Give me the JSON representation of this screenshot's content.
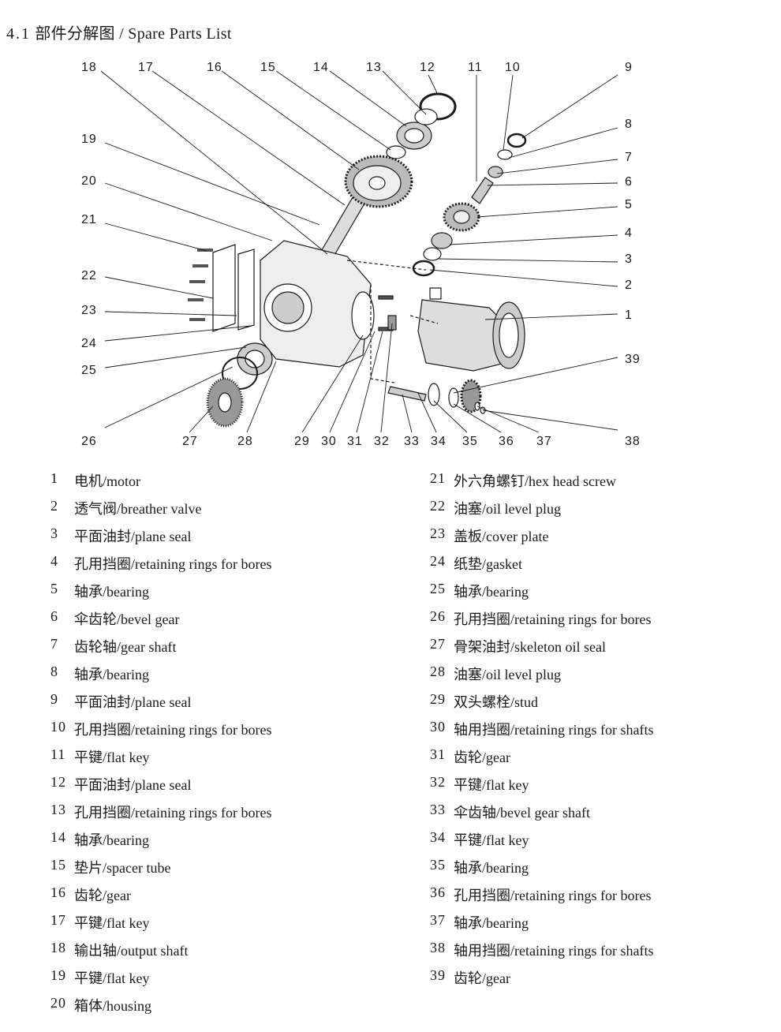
{
  "header": {
    "section_number": "4.1",
    "title_cn": "部件分解图",
    "title_separator": " / ",
    "title_en": "Spare Parts List"
  },
  "diagram": {
    "callouts": [
      "1",
      "2",
      "3",
      "4",
      "5",
      "6",
      "7",
      "8",
      "9",
      "10",
      "11",
      "12",
      "13",
      "14",
      "15",
      "16",
      "17",
      "18",
      "19",
      "20",
      "21",
      "22",
      "23",
      "24",
      "25",
      "26",
      "27",
      "28",
      "29",
      "30",
      "31",
      "32",
      "33",
      "34",
      "35",
      "36",
      "37",
      "38",
      "39"
    ]
  },
  "parts_left": [
    {
      "no": "1",
      "name": "电机/motor"
    },
    {
      "no": "2",
      "name": "透气阀/breather valve"
    },
    {
      "no": "3",
      "name": "平面油封/plane seal"
    },
    {
      "no": "4",
      "name": "孔用挡圈/retaining rings for bores"
    },
    {
      "no": "5",
      "name": "轴承/bearing"
    },
    {
      "no": "6",
      "name": "伞齿轮/bevel gear"
    },
    {
      "no": "7",
      "name": "齿轮轴/gear shaft"
    },
    {
      "no": "8",
      "name": "轴承/bearing"
    },
    {
      "no": "9",
      "name": "平面油封/plane seal"
    },
    {
      "no": "10",
      "name": "孔用挡圈/retaining rings for bores"
    },
    {
      "no": "11",
      "name": "平键/flat key"
    },
    {
      "no": "12",
      "name": "平面油封/plane seal"
    },
    {
      "no": "13",
      "name": "孔用挡圈/retaining rings for bores"
    },
    {
      "no": "14",
      "name": "轴承/bearing"
    },
    {
      "no": "15",
      "name": "垫片/spacer tube"
    },
    {
      "no": "16",
      "name": "齿轮/gear"
    },
    {
      "no": "17",
      "name": "平键/flat key"
    },
    {
      "no": "18",
      "name": "输出轴/output shaft"
    },
    {
      "no": "19",
      "name": "平键/flat key"
    },
    {
      "no": "20",
      "name": "箱体/housing"
    }
  ],
  "parts_right": [
    {
      "no": "21",
      "name": "外六角螺钉/hex head screw"
    },
    {
      "no": "22",
      "name": "油塞/oil level plug"
    },
    {
      "no": "23",
      "name": "盖板/cover plate"
    },
    {
      "no": "24",
      "name": "纸垫/gasket"
    },
    {
      "no": "25",
      "name": "轴承/bearing"
    },
    {
      "no": "26",
      "name": "孔用挡圈/retaining rings for bores"
    },
    {
      "no": "27",
      "name": "骨架油封/skeleton oil seal"
    },
    {
      "no": "28",
      "name": "油塞/oil level plug"
    },
    {
      "no": "29",
      "name": "双头螺栓/stud"
    },
    {
      "no": "30",
      "name": "轴用挡圈/retaining rings for shafts"
    },
    {
      "no": "31",
      "name": "齿轮/gear"
    },
    {
      "no": "32",
      "name": "平键/flat key"
    },
    {
      "no": "33",
      "name": "伞齿轴/bevel gear shaft"
    },
    {
      "no": "34",
      "name": "平键/flat key"
    },
    {
      "no": "35",
      "name": "轴承/bearing"
    },
    {
      "no": "36",
      "name": "孔用挡圈/retaining rings for bores"
    },
    {
      "no": "37",
      "name": "轴承/bearing"
    },
    {
      "no": "38",
      "name": "轴用挡圈/retaining rings for shafts"
    },
    {
      "no": "39",
      "name": "齿轮/gear"
    }
  ]
}
